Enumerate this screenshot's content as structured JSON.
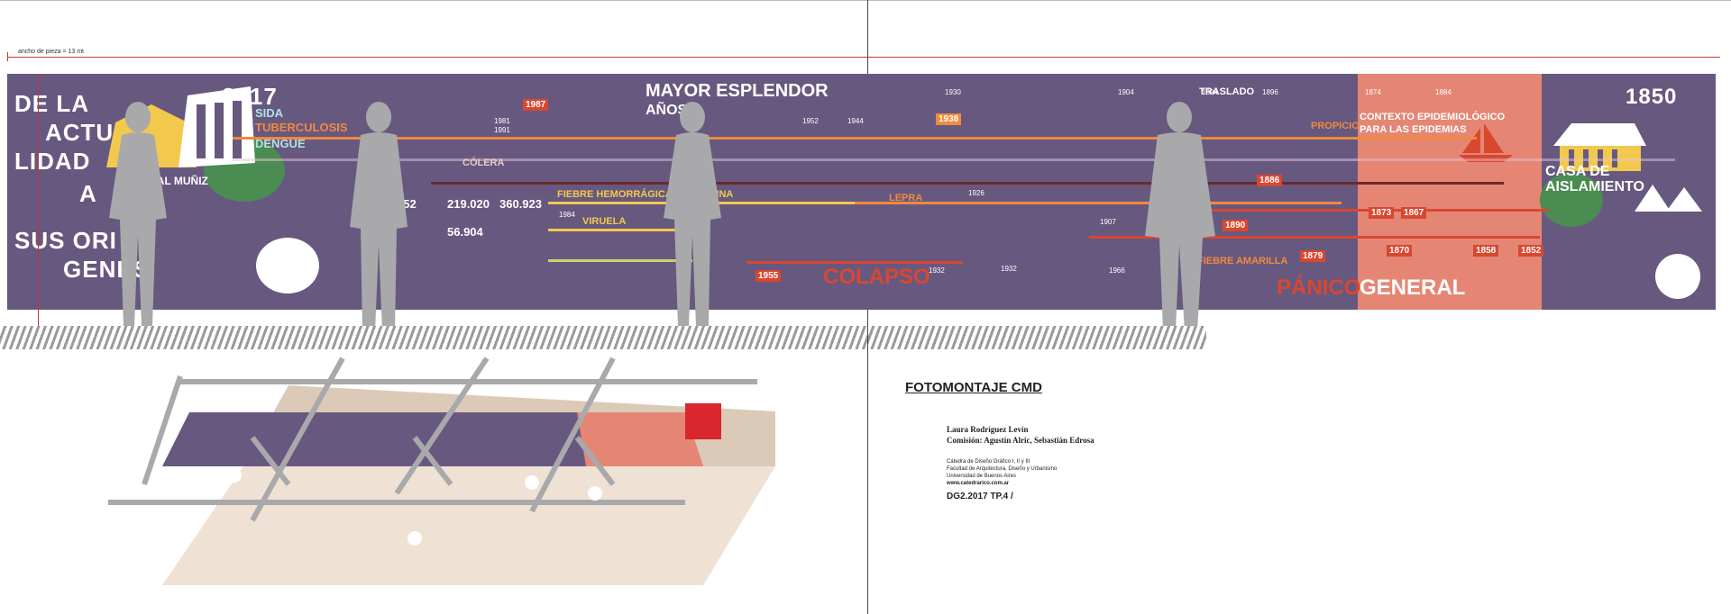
{
  "measure_label": "ancho de pieza = 13 mt",
  "banner": {
    "title_lines": [
      "DE LA",
      "ACTUA",
      "LIDAD",
      "A",
      "SUS ORI -",
      "GENES"
    ],
    "year_left": "2017",
    "year_right": "1850",
    "hospital": "HOSPITAL MUÑIZ",
    "sida": "SIDA",
    "tuberculosis": "TUBERCULOSIS",
    "dengue": "DENGUE",
    "colera": "CÓLERA",
    "mayor_esplendor": "MAYOR ESPLENDOR",
    "anos": "AÑOS",
    "fiebre_hemorragica": "FIEBRE HEMORRÁGICA ARGENTINA",
    "viruela": "VIRUELA",
    "lepra": "LEPRA",
    "colapso": "COLAPSO",
    "traslado": "TRASLADO",
    "propicio": "PROPICIO",
    "contexto_line1": "CONTEXTO EPIDEMIOLÓGICO",
    "contexto_line2": "PARA LAS EPIDEMIAS",
    "fiebre_amarilla": "FIEBRE AMARILLA",
    "panico": "PÁNICO",
    "general": "GENERAL",
    "casa_line1": "CASA DE",
    "casa_line2": "AISLAMIENTO",
    "stats": [
      "552",
      "219.020",
      "360.923",
      "56.904"
    ],
    "years": [
      "1987",
      "1981",
      "1991",
      "1938",
      "1944",
      "1952",
      "1930",
      "1904",
      "1894",
      "1896",
      "1886",
      "1890",
      "1879",
      "1907",
      "1926",
      "1966",
      "1932",
      "1955",
      "1984",
      "1874",
      "1884",
      "1873",
      "1867",
      "1870",
      "1858",
      "1852",
      "1932"
    ],
    "colors": {
      "banner": "#675880",
      "pink": "#e58674",
      "orange": "#f08a3c",
      "red": "#d9472f",
      "yellow": "#f2c94c",
      "green": "#4a8c51"
    }
  },
  "right_block": {
    "title": "FOTOMONTAJE CMD",
    "author": "Laura Rodríguez Levín",
    "commission": "Comisión: Agustín Alric, Sebastián Edrosa",
    "chair": "Cátedra de Diseño Gráfico I, II y III",
    "faculty": "Facultad de Arquitectura, Diseño y Urbanismo",
    "university": "Universidad de Buenos Aires",
    "url": "www.catedrarico.com.ar",
    "course": "DG2.2017  TP.4 /"
  }
}
